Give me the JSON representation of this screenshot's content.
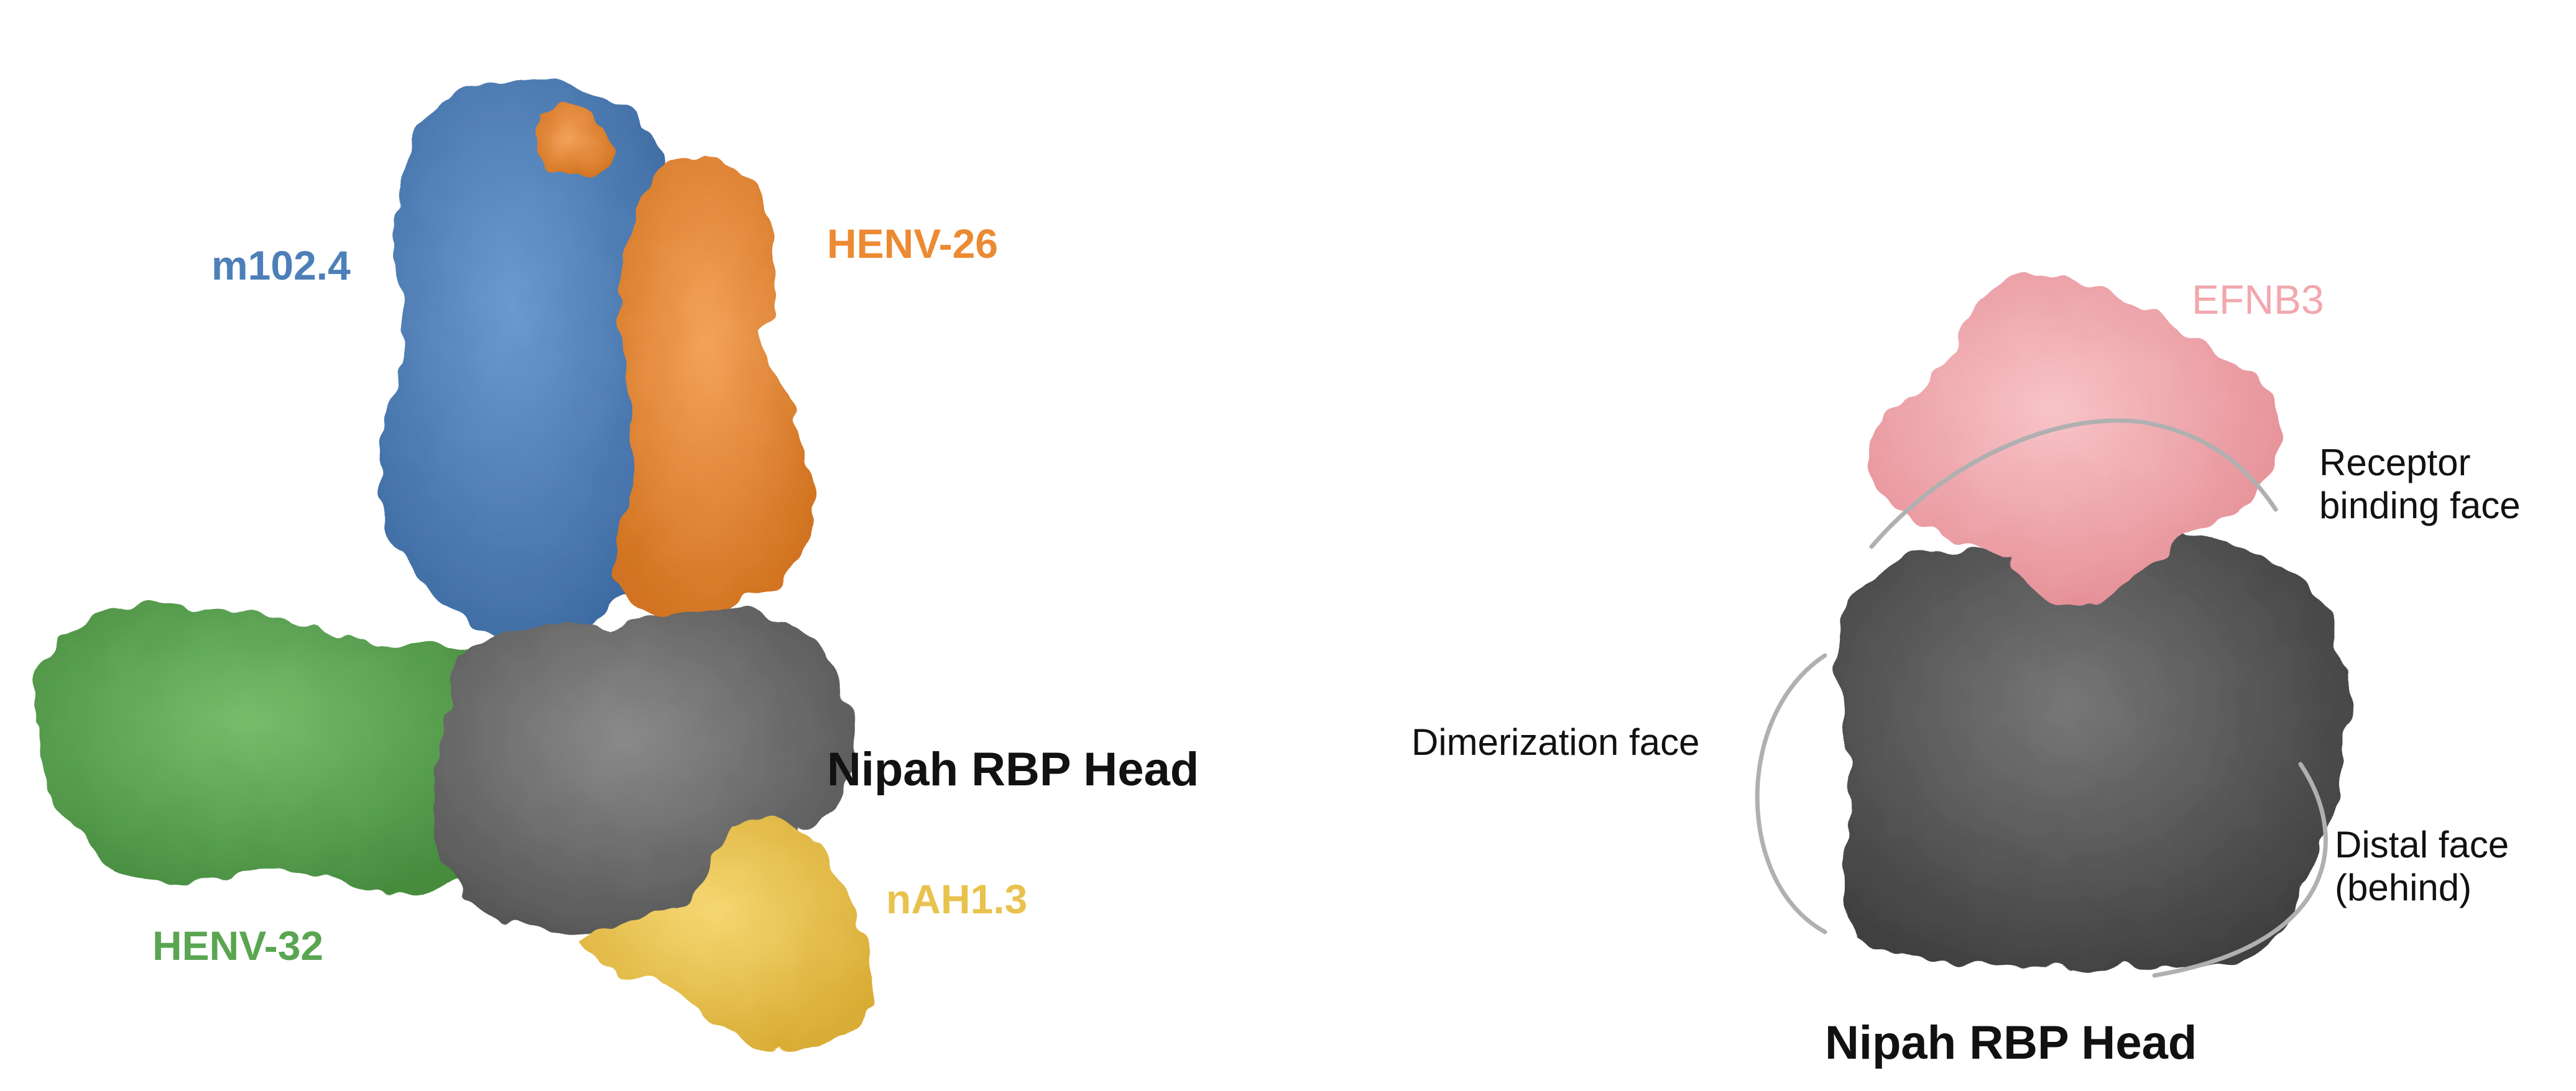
{
  "left_panel": {
    "labels": {
      "m102": "m102.4",
      "henv26": "HENV-26",
      "henv32": "HENV-32",
      "nah": "nAH1.3",
      "rbp_head": "Nipah RBP Head"
    },
    "colors": {
      "m102": "#4d7fb8",
      "henv26": "#ec8a33",
      "henv32": "#5aa551",
      "nah": "#e9c24e",
      "rbp_head": "#707070"
    }
  },
  "right_panel": {
    "labels": {
      "efnb3": "EFNB3",
      "receptor_face_line1": "Receptor",
      "receptor_face_line2": "binding face",
      "dimerization_face": "Dimerization face",
      "distal_face_line1": "Distal face",
      "distal_face_line2": "(behind)",
      "rbp_head": "Nipah RBP Head"
    },
    "colors": {
      "efnb3": "#f2a7ad",
      "efnb3_label": "#f2a7ad",
      "rbp_head": "#5c5c5c",
      "arc": "#b0b0b0"
    }
  }
}
